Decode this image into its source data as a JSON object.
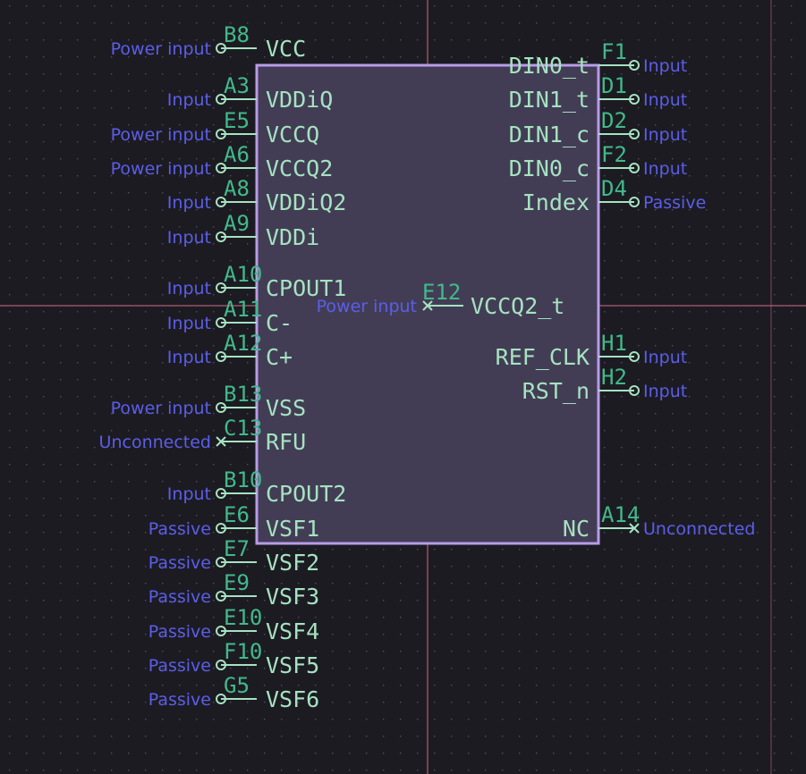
{
  "colors": {
    "background": "#1c1b22",
    "grid_dot": "#4e5060",
    "crosshair": "#cf6f86",
    "body_fill": "#423d55",
    "body_outline": "#b89ce8",
    "pin_line": "#a6e2c0",
    "pin_name": "#a6e2c0",
    "pin_number": "#42b98a",
    "electrical_type": "#5b5ee8"
  },
  "left_pins": [
    {
      "number": "B8",
      "name": "VCC",
      "etype": "Power input",
      "pin": "circle"
    },
    {
      "number": "A3",
      "name": "VDDiQ",
      "etype": "Input",
      "pin": "circle"
    },
    {
      "number": "E5",
      "name": "VCCQ",
      "etype": "Power input",
      "pin": "circle"
    },
    {
      "number": "A6",
      "name": "VCCQ2",
      "etype": "Power input",
      "pin": "circle"
    },
    {
      "number": "A8",
      "name": "VDDiQ2",
      "etype": "Input",
      "pin": "circle"
    },
    {
      "number": "A9",
      "name": "VDDi",
      "etype": "Input",
      "pin": "circle"
    },
    {
      "number": "A10",
      "name": "CPOUT1",
      "etype": "Input",
      "pin": "circle"
    },
    {
      "number": "A11",
      "name": "C-",
      "etype": "Input",
      "pin": "circle"
    },
    {
      "number": "A12",
      "name": "C+",
      "etype": "Input",
      "pin": "circle"
    },
    {
      "number": "B13",
      "name": "VSS",
      "etype": "Power input",
      "pin": "circle"
    },
    {
      "number": "C13",
      "name": "RFU",
      "etype": "Unconnected",
      "pin": "x"
    },
    {
      "number": "B10",
      "name": "CPOUT2",
      "etype": "Input",
      "pin": "circle"
    },
    {
      "number": "E6",
      "name": "VSF1",
      "etype": "Passive",
      "pin": "circle"
    },
    {
      "number": "E7",
      "name": "VSF2",
      "etype": "Passive",
      "pin": "circle"
    },
    {
      "number": "E9",
      "name": "VSF3",
      "etype": "Passive",
      "pin": "circle"
    },
    {
      "number": "E10",
      "name": "VSF4",
      "etype": "Passive",
      "pin": "circle"
    },
    {
      "number": "F10",
      "name": "VSF5",
      "etype": "Passive",
      "pin": "circle"
    },
    {
      "number": "G5",
      "name": "VSF6",
      "etype": "Passive",
      "pin": "circle"
    }
  ],
  "right_pins": [
    {
      "number": "F1",
      "name": "DIN0_t",
      "etype": "Input",
      "pin": "circle"
    },
    {
      "number": "D1",
      "name": "DIN1_t",
      "etype": "Input",
      "pin": "circle"
    },
    {
      "number": "D2",
      "name": "DIN1_c",
      "etype": "Input",
      "pin": "circle"
    },
    {
      "number": "F2",
      "name": "DIN0_c",
      "etype": "Input",
      "pin": "circle"
    },
    {
      "number": "D4",
      "name": "Index",
      "etype": "Passive",
      "pin": "circle"
    },
    {
      "number": "H1",
      "name": "REF_CLK",
      "etype": "Input",
      "pin": "circle"
    },
    {
      "number": "H2",
      "name": "RST_n",
      "etype": "Input",
      "pin": "circle"
    },
    {
      "number": "A14",
      "name": "NC",
      "etype": "Unconnected",
      "pin": "x"
    }
  ],
  "center_pin": {
    "number": "E12",
    "name": "VCCQ2_t",
    "etype": "Power input"
  }
}
